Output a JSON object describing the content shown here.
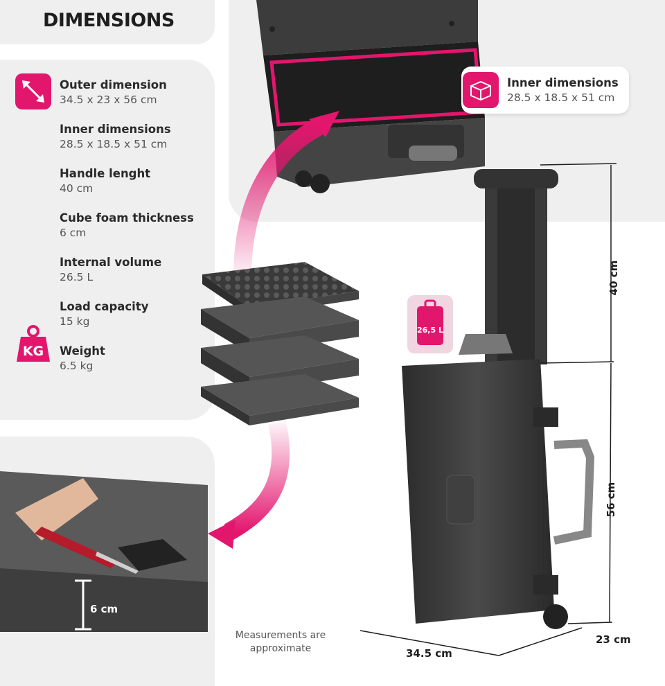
{
  "title": "DIMENSIONS",
  "colors": {
    "accent": "#e3166e",
    "panel": "#efefef",
    "case": "#3a3a3a"
  },
  "specs": [
    {
      "label": "Outer dimension",
      "value": "34.5 x 23 x 56 cm",
      "icon": "diagonal-arrow-icon"
    },
    {
      "label": "Inner dimensions",
      "value": "28.5 x 18.5 x 51 cm"
    },
    {
      "label": "Handle lenght",
      "value": "40 cm"
    },
    {
      "label": "Cube foam thickness",
      "value": "6 cm"
    },
    {
      "label": "Internal volume",
      "value": "26.5 L"
    },
    {
      "label": "Load capacity",
      "value": "15 kg"
    },
    {
      "label": "Weight",
      "value": "6.5 kg",
      "icon": "kg-weight-icon"
    }
  ],
  "inner_badge": {
    "label": "Inner dimensions",
    "value": "28.5 x 18.5 x 51 cm",
    "icon": "box-outline-icon"
  },
  "volume_badge": "26,5 L",
  "kg_icon_text": "KG",
  "dimension_labels": {
    "handle": "40 cm",
    "height": "56 cm",
    "width": "34.5 cm",
    "depth": "23 cm",
    "foam": "6 cm"
  },
  "note": "Measurements are approximate"
}
